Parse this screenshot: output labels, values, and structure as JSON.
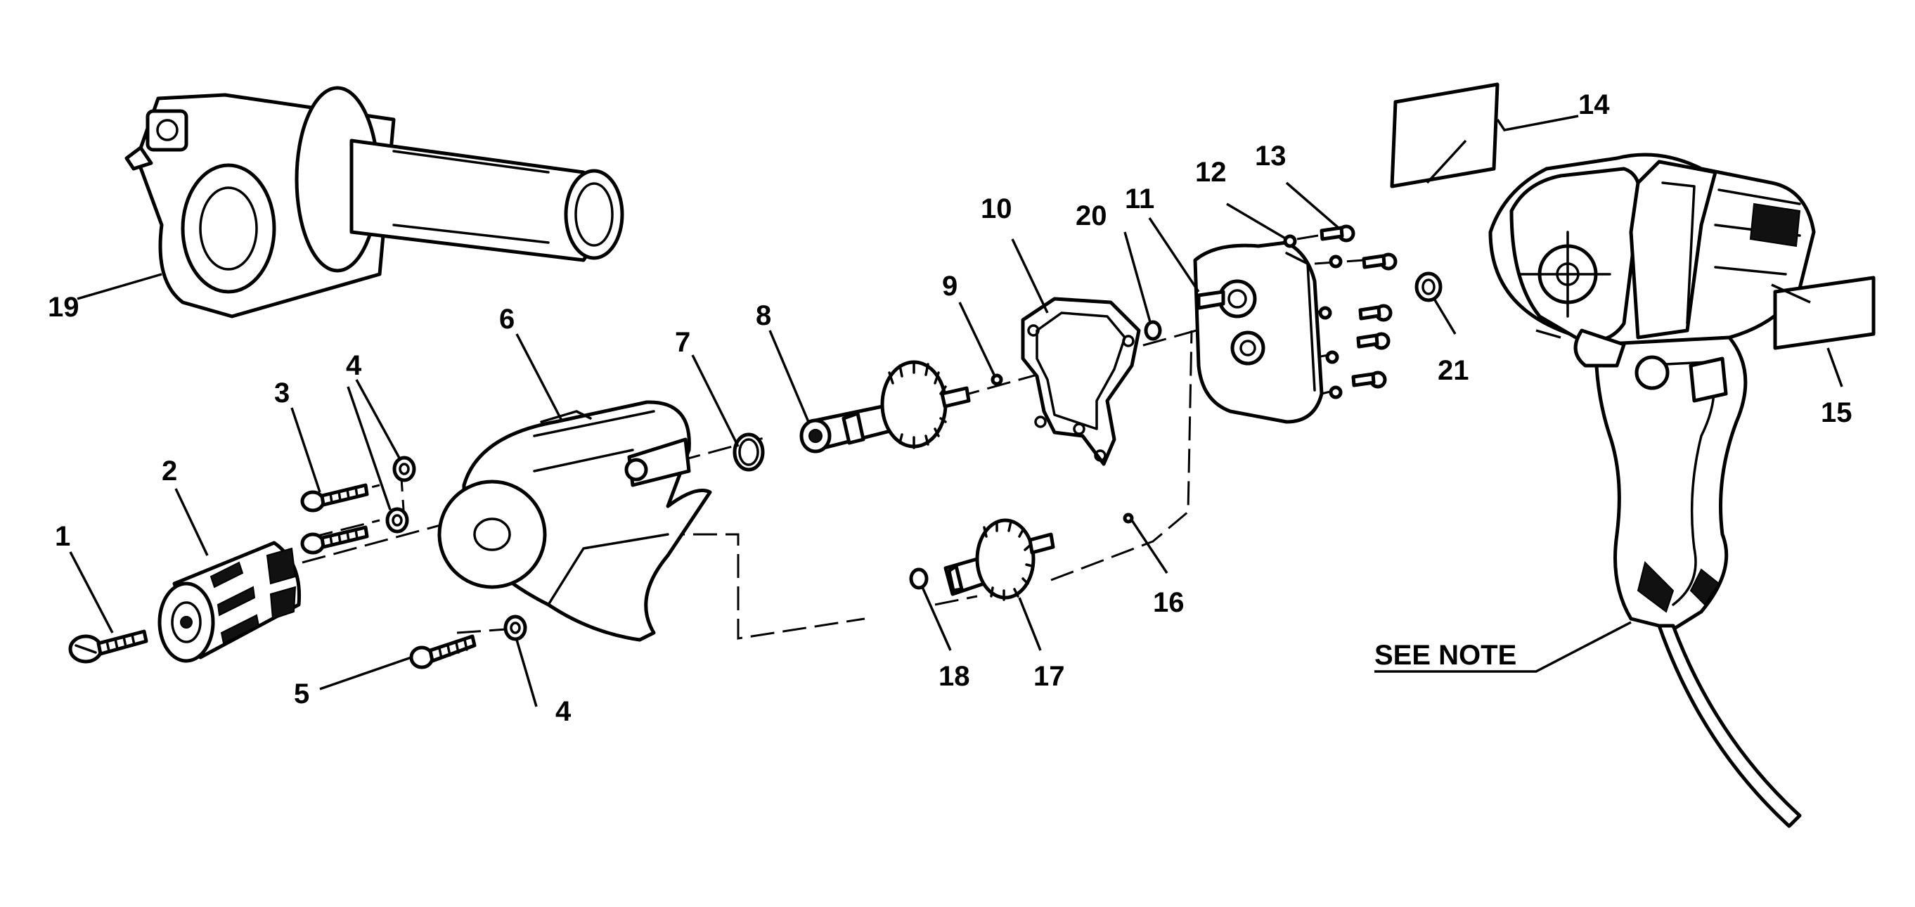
{
  "labels": {
    "p1": "1",
    "p2": "2",
    "p3": "3",
    "p4a": "4",
    "p4b": "4",
    "p5": "5",
    "p6": "6",
    "p7": "7",
    "p8": "8",
    "p9": "9",
    "p10": "10",
    "p11": "11",
    "p12": "12",
    "p13": "13",
    "p14": "14",
    "p15": "15",
    "p16": "16",
    "p17": "17",
    "p18": "18",
    "p19": "19",
    "p20": "20",
    "p21": "21"
  },
  "note": "SEE NOTE"
}
